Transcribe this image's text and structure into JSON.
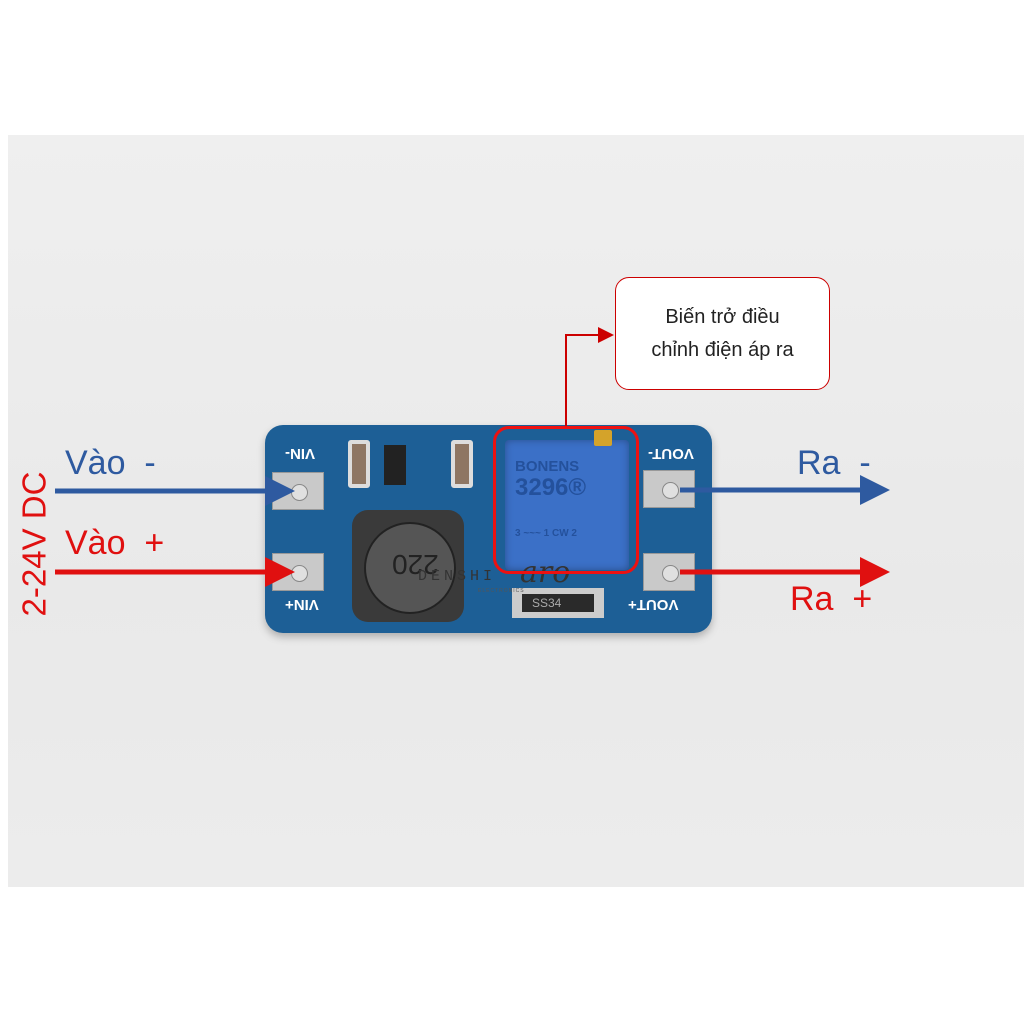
{
  "input": {
    "voltage_label": "2-24V DC",
    "neg_label": "Vào  -",
    "pos_label": "Vào  +"
  },
  "output": {
    "neg_label": "Ra  -",
    "pos_label": "Ra  +"
  },
  "callout": {
    "line1": "Biến trở điều",
    "line2": "chỉnh điện áp ra"
  },
  "board": {
    "vin_neg": "VIN-",
    "vin_pos": "VIN+",
    "vout_neg": "VOUT-",
    "vout_pos": "VOUT+",
    "pot_brand": "BONENS",
    "pot_model": "3296®",
    "pot_marks": "3 ~~~ 1  CW 2",
    "inductor_mark": "220",
    "diode_mark": "SS34"
  },
  "watermark": {
    "text": "DENSHI",
    "script": "aro",
    "sub": "ELECTRONICS"
  },
  "colors": {
    "blue": "#2e5aa0",
    "red": "#e01010",
    "pcb": "#1d5f96"
  }
}
